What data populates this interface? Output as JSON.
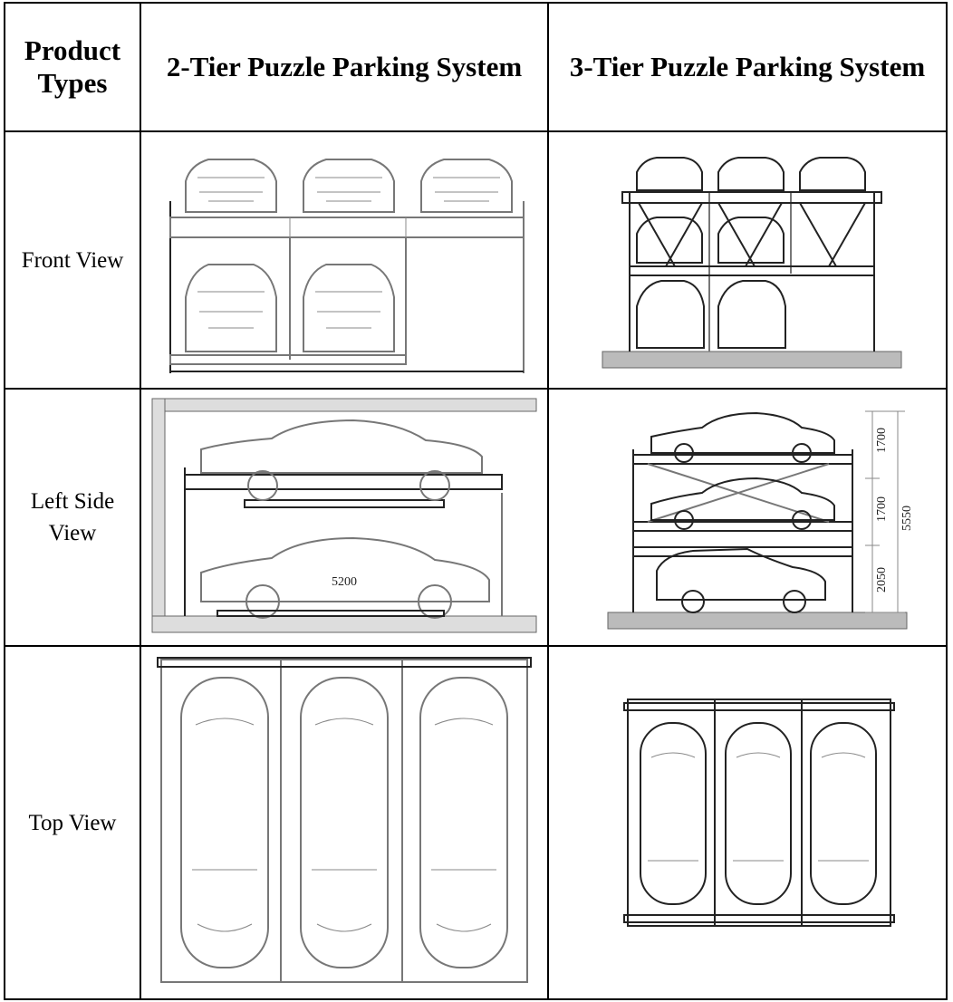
{
  "header": {
    "product_types": "Product Types",
    "col1": "2-Tier Puzzle Parking System",
    "col2": "3-Tier Puzzle Parking System"
  },
  "rows": [
    {
      "label": "Front View"
    },
    {
      "label": "Left Side View"
    },
    {
      "label": "Top View"
    }
  ],
  "dimensions": {
    "two_tier_side_length": "5200",
    "three_tier_heights": [
      "1700",
      "1700",
      "2050"
    ],
    "three_tier_total": "5550"
  }
}
